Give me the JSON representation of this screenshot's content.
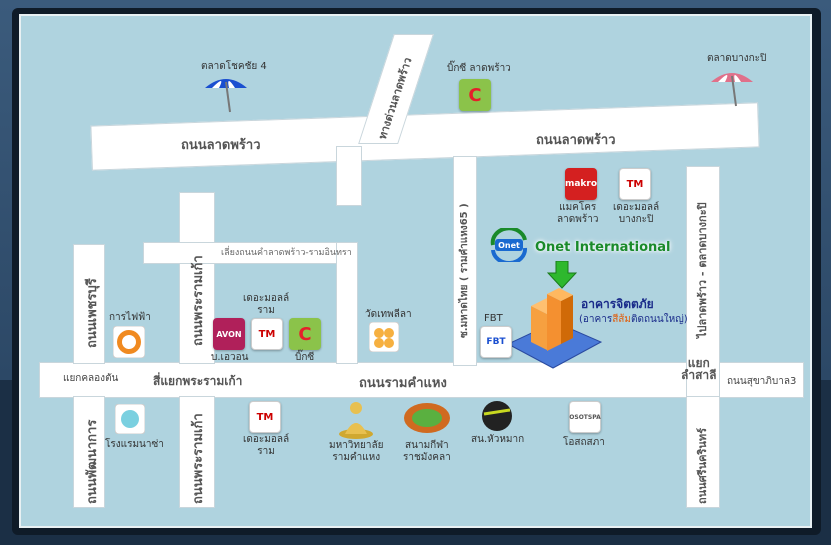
{
  "map": {
    "roads": {
      "ladprao_left": "ถนนลาดพร้าว",
      "ladprao_right": "ถนนลาดพร้าว",
      "ramkhamhaeng": "ถนนรามคำแหง",
      "ladprao_junction": "ทางด่วนลาดพร้าว",
      "seri_thai": "เลี่ยงถนนคำลาดพร้าว-รามอินทรา",
      "soi_mahad": "ซ.มหาดไทย ( รามคำแหง65 )",
      "ladprao_bangkapi": "ไปลาดพร้าว - ตลาดบางกะปิ",
      "phetchaburi": "ถนนเพชรบุรี",
      "sriklarod": "แยกคลองตัน",
      "phra_ram_9_top": "ถนนพระรามเก้า",
      "phra_ram_9_bottom": "ถนนพระรามเก้า",
      "phra_ram_9_junction": "สี่แยกพระรามเก้า",
      "phatthanakan": "ถนนพัฒนาการ",
      "lam_sali": "แยก\nลำสาลี",
      "sukhapiban3": "ถนนสุขาภิบาล3",
      "sri_nakarin": "ถนนศรีนครินทร์"
    },
    "places": {
      "chokchai4": "ตลาดโชคชัย 4",
      "bangkapi_market": "ตลาดบางกะปิ",
      "bigc_ladprao": "บิ๊กซี ลาดพร้าว",
      "makro_ladprao": "แมคโคร\nลาดพร้าว",
      "mall_bangkapi": "เดอะมอลล์\nบางกะปิ",
      "electricity": "การไฟฟ้า",
      "mall_ram": "เดอะมอลล์\nราม",
      "avon": "บ.เอวอน",
      "bigc_ram": "บิ๊กซี",
      "wat_thep": "วัดเทพลีลา",
      "fbt": "FBT",
      "hospital": "โรงแรมนาซ่า",
      "mall_ram_bottom": "เดอะมอลล์\nราม",
      "ramkhamhaeng_univ": "มหาวิทยาลัย\nรามคำแหง",
      "rajamangala": "สนามกีฬา\nราชมังคลา",
      "hua_mak": "สน.หัวหมาก",
      "osotspa": "โอสถสภา"
    },
    "company": {
      "name": "Onet International",
      "logo_text": "Onet",
      "building_name": "อาคารจิตตภัย",
      "building_sub_prefix": "(อาคาร",
      "building_sub_highlight": "สีส้ม",
      "building_sub_suffix": "ติดถนนใหญ่)"
    },
    "logos": {
      "bigc": "C",
      "makro": "makro",
      "the_mall": "TM",
      "avon": "AVON",
      "fbt": "FBT",
      "osotspa": "OSOTSPA"
    },
    "colors": {
      "map_bg": "#afd3df",
      "road": "#ffffff",
      "onet_green": "#1a8a2a",
      "building_orange": "#f08a20",
      "building_blue": "#1a2b8a"
    }
  }
}
